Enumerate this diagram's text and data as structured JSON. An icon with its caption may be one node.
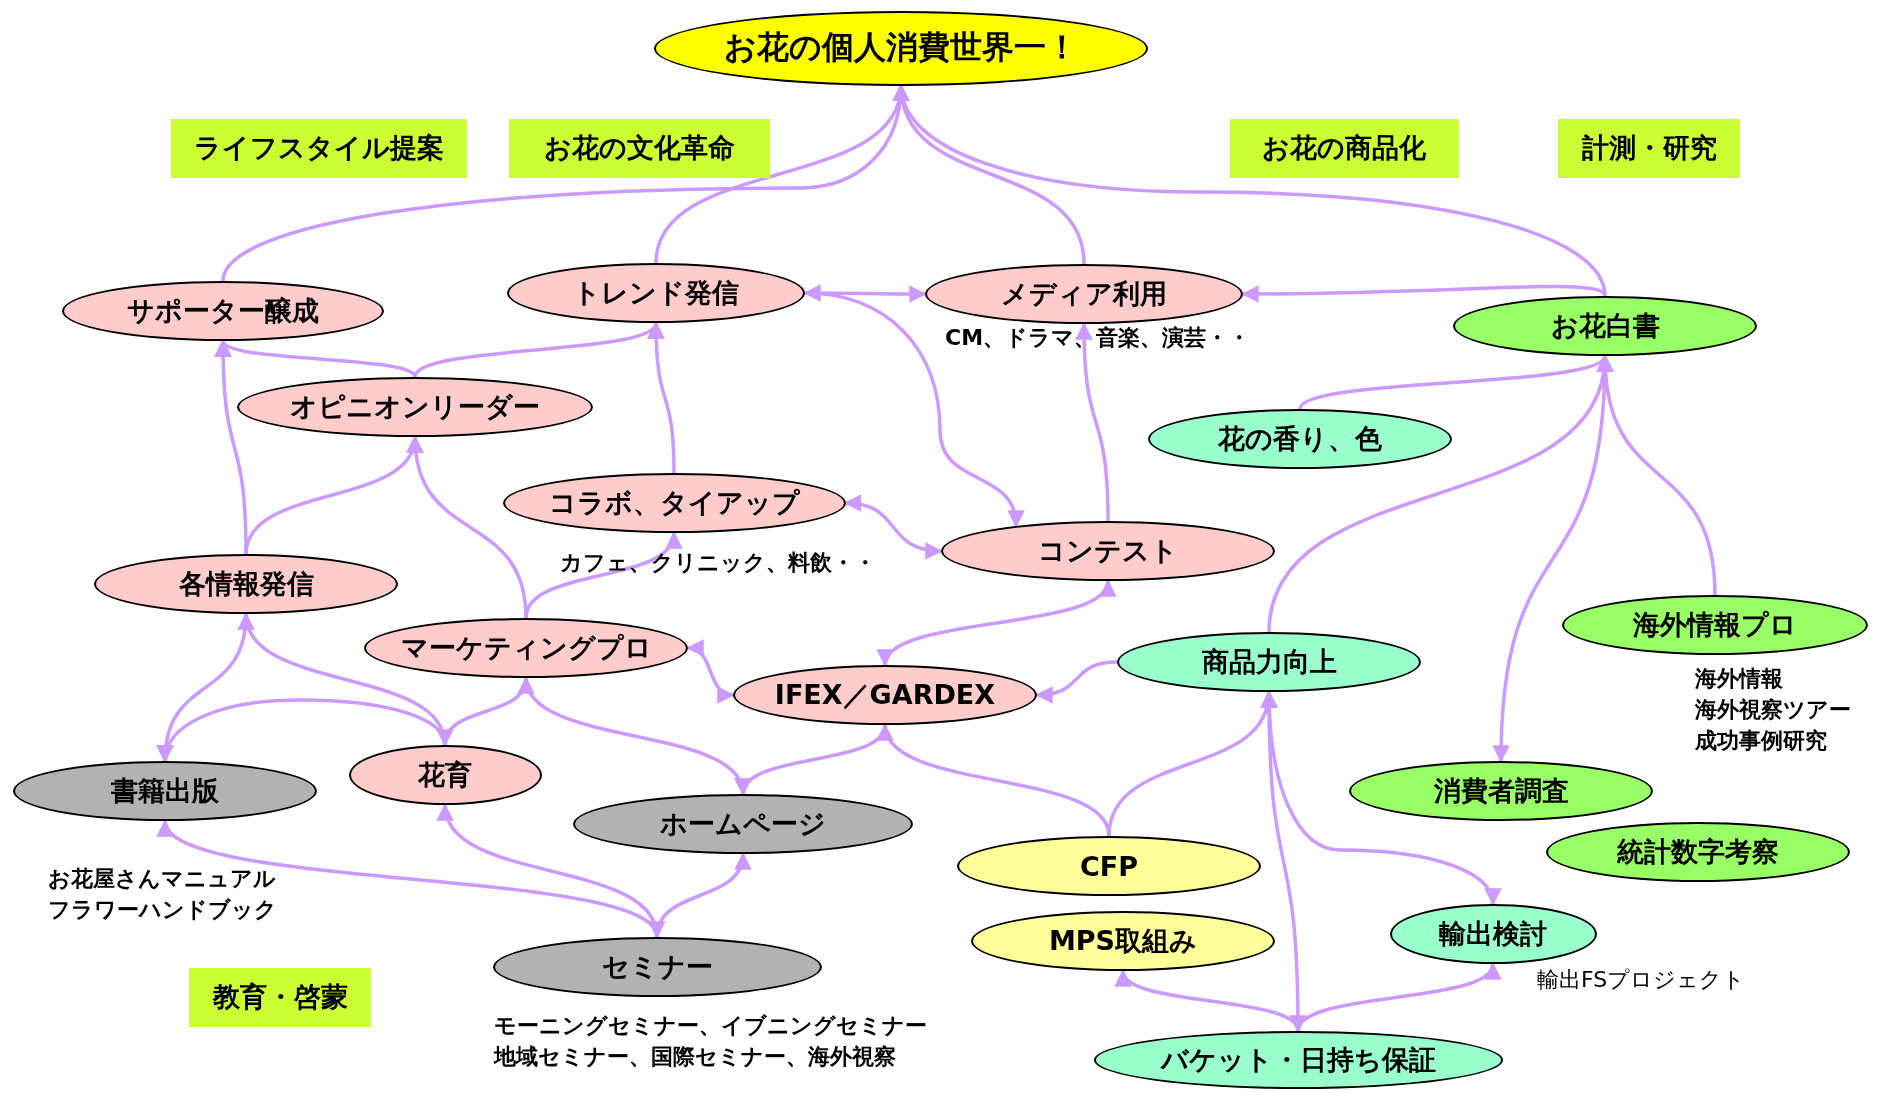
{
  "diagram": {
    "nodes": [
      {
        "text": [
          "お花の個人消費世界一！"
        ]
      },
      {
        "text": [
          "ライフスタイル提案"
        ]
      },
      {
        "text": [
          "お花の文化革命"
        ]
      },
      {
        "text": [
          "お花の商品化"
        ]
      },
      {
        "text": [
          "計測・研究"
        ]
      },
      {
        "text": [
          "トレンド発信"
        ]
      },
      {
        "text": [
          "メディア利用"
        ],
        "beside": [
          "CM、ドラマ、音楽、演芸・・"
        ]
      },
      {
        "text": [
          "サポーター醸成"
        ]
      },
      {
        "text": [
          "お花白書"
        ]
      },
      {
        "text": [
          "オピニオンリーダー"
        ]
      },
      {
        "text": [
          "花の香り、色"
        ]
      },
      {
        "text": [
          "コラボ、タイアップ"
        ],
        "beside": [
          "カフェ、クリニック、料飲・・"
        ]
      },
      {
        "text": [
          "コンテスト"
        ]
      },
      {
        "text": [
          "各情報発信"
        ]
      },
      {
        "text": [
          "海外情報プロ"
        ],
        "beside": [
          "海外情報",
          "海外視察ツアー",
          "成功事例研究"
        ]
      },
      {
        "text": [
          "マーケティングプロ"
        ]
      },
      {
        "text": [
          "商品力向上"
        ]
      },
      {
        "text": [
          "IFEX／GARDEX"
        ]
      },
      {
        "text": [
          "花育"
        ]
      },
      {
        "text": [
          "書籍出版"
        ],
        "beside": [
          "お花屋さんマニュアル",
          "フラワーハンドブック"
        ]
      },
      {
        "text": [
          "消費者調査"
        ]
      },
      {
        "text": [
          "ホームページ"
        ]
      },
      {
        "text": [
          "統計数字考察"
        ]
      },
      {
        "text": [
          "CFP"
        ]
      },
      {
        "text": [
          "輸出検討"
        ],
        "beside": [
          "輸出FSプロジェクト"
        ]
      },
      {
        "text": [
          "MPS取組み"
        ]
      },
      {
        "text": [
          "セミナー"
        ],
        "beside": [
          "モーニングセミナー、イブニングセミナー",
          "地域セミナー、国際セミナー、海外視察"
        ]
      },
      {
        "text": [
          "教育・啓蒙"
        ]
      },
      {
        "text": [
          "バケット・日持ち保証"
        ]
      }
    ],
    "edges": [
      {
        "from": 7,
        "to": 0,
        "arrow": "to"
      },
      {
        "from": 5,
        "to": 0,
        "arrow": "to"
      },
      {
        "from": 6,
        "to": 0,
        "arrow": "to"
      },
      {
        "from": 8,
        "to": 0,
        "arrow": "to"
      },
      {
        "from": 9,
        "to": 7,
        "arrow": "to"
      },
      {
        "from": 9,
        "to": 5,
        "arrow": "to"
      },
      {
        "from": 11,
        "to": 5,
        "arrow": "to"
      },
      {
        "from": 5,
        "to": 6,
        "arrow": "both"
      },
      {
        "from": 5,
        "to": 12,
        "arrow": "to"
      },
      {
        "from": 12,
        "to": 6,
        "arrow": "to"
      },
      {
        "from": 8,
        "to": 6,
        "arrow": "to"
      },
      {
        "from": 10,
        "to": 8,
        "arrow": "to"
      },
      {
        "from": 16,
        "to": 8,
        "arrow": "to"
      },
      {
        "from": 8,
        "to": 20,
        "arrow": "to"
      },
      {
        "from": 14,
        "to": 8,
        "arrow": "to"
      },
      {
        "from": 13,
        "to": 7,
        "arrow": "to"
      },
      {
        "from": 13,
        "to": 9,
        "arrow": "to"
      },
      {
        "from": 15,
        "to": 9,
        "arrow": "to"
      },
      {
        "from": 15,
        "to": 11,
        "arrow": "to"
      },
      {
        "from": 11,
        "to": 12,
        "arrow": "both"
      },
      {
        "from": 13,
        "to": 19,
        "arrow": "to"
      },
      {
        "from": 18,
        "to": 13,
        "arrow": "to"
      },
      {
        "from": 19,
        "to": 18,
        "arrow": "both"
      },
      {
        "from": 18,
        "to": 15,
        "arrow": "to"
      },
      {
        "from": 15,
        "to": 21,
        "arrow": "to"
      },
      {
        "from": 15,
        "to": 17,
        "arrow": "both"
      },
      {
        "from": 17,
        "to": 12,
        "arrow": "both"
      },
      {
        "from": 16,
        "to": 17,
        "arrow": "to"
      },
      {
        "from": 17,
        "to": 21,
        "arrow": "to"
      },
      {
        "from": 23,
        "to": 17,
        "arrow": "to"
      },
      {
        "from": 23,
        "to": 16,
        "arrow": "to"
      },
      {
        "from": 28,
        "to": 16,
        "arrow": "to"
      },
      {
        "from": 16,
        "to": 24,
        "arrow": "to"
      },
      {
        "from": 28,
        "to": 25,
        "arrow": "to"
      },
      {
        "from": 28,
        "to": 24,
        "arrow": "both"
      },
      {
        "from": 26,
        "to": 19,
        "arrow": "to"
      },
      {
        "from": 26,
        "to": 18,
        "arrow": "to"
      },
      {
        "from": 26,
        "to": 21,
        "arrow": "both"
      }
    ]
  }
}
